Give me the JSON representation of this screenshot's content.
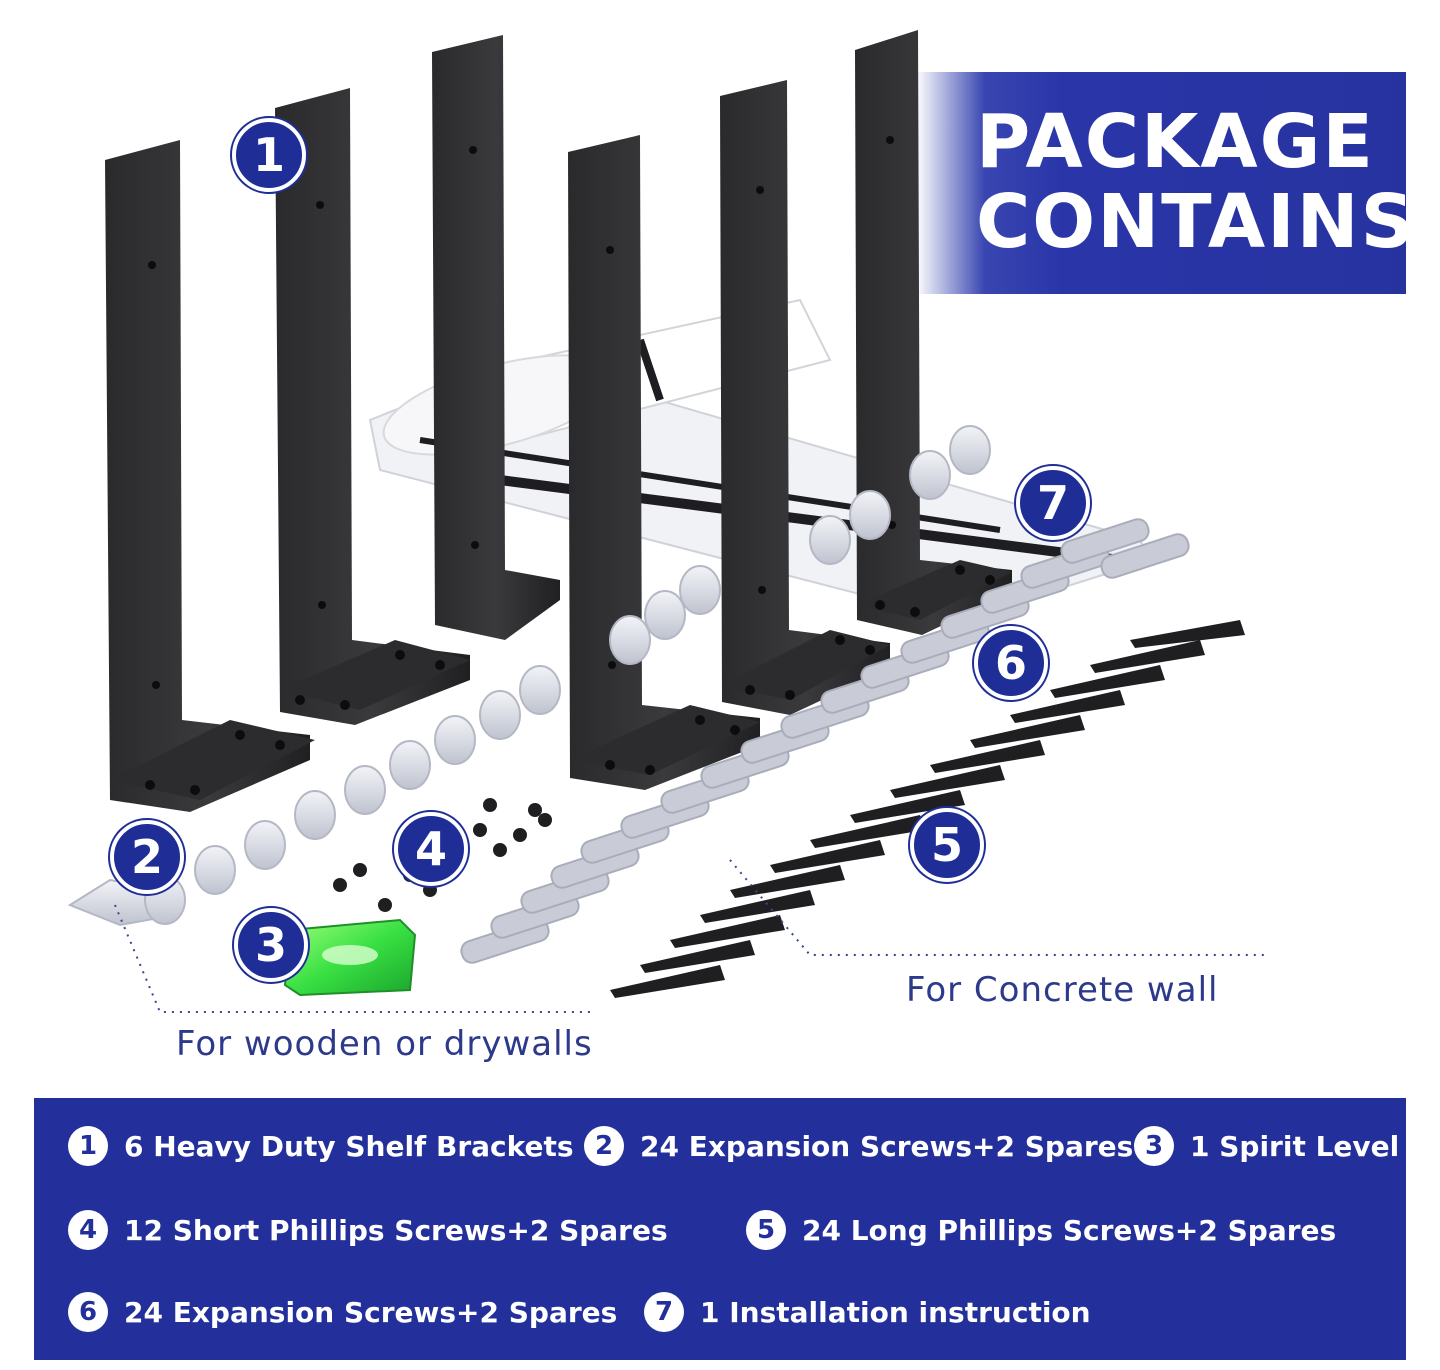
{
  "title": {
    "line1": "PACKAGE",
    "line2": "CONTAINS"
  },
  "badges": [
    "1",
    "2",
    "3",
    "4",
    "5",
    "6",
    "7"
  ],
  "captions": {
    "wood": "For wooden or drywalls",
    "concrete": "For Concrete wall"
  },
  "legend": [
    {
      "num": "1",
      "text": "6 Heavy Duty Shelf Brackets"
    },
    {
      "num": "2",
      "text": "24 Expansion Screws+2 Spares"
    },
    {
      "num": "3",
      "text": "1 Spirit Level"
    },
    {
      "num": "4",
      "text": "12 Short Phillips Screws+2 Spares"
    },
    {
      "num": "5",
      "text": "24 Long Phillips Screws+2 Spares"
    },
    {
      "num": "6",
      "text": "24 Expansion Screws+2 Spares"
    },
    {
      "num": "7",
      "text": "1 Installation instruction"
    }
  ],
  "colors": {
    "brand_blue": "#23309b",
    "badge_blue": "#1e2e96",
    "level_green": "#39e043"
  },
  "icons": [
    "shelf-bracket-icon",
    "drywall-anchor-icon",
    "spirit-level-icon",
    "short-screw-icon",
    "long-screw-icon",
    "wall-plug-icon",
    "instruction-sheet-icon"
  ]
}
